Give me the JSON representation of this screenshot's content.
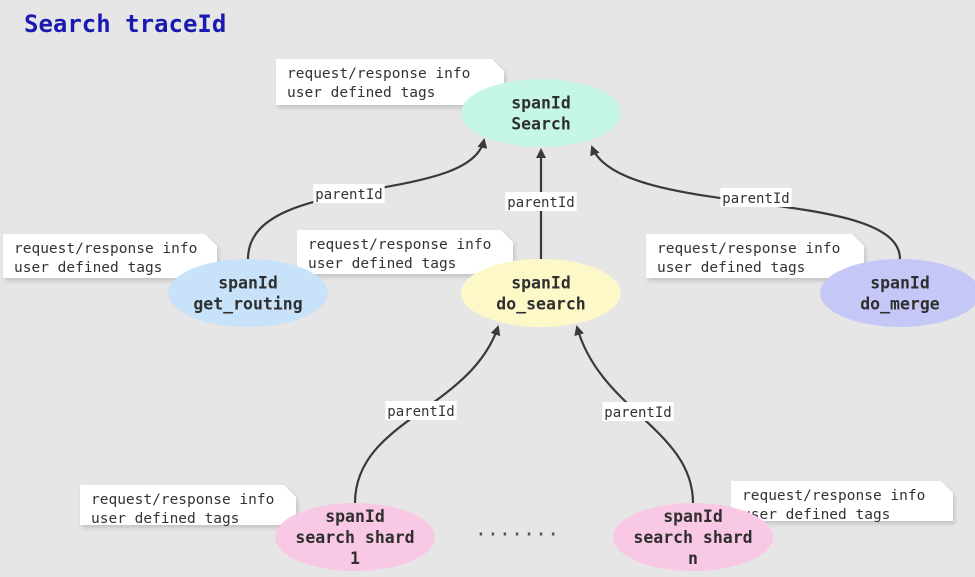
{
  "title": "Search traceId",
  "colors": {
    "title": "#1a1ab0",
    "root": "#c6f7e6",
    "get_routing": "#c8e2fa",
    "do_search": "#fdf8c8",
    "do_merge": "#c5c8f7",
    "shard": "#f8c8e4"
  },
  "nodes": [
    {
      "id": "search",
      "lines": [
        "spanId",
        "Search"
      ],
      "color_key": "root"
    },
    {
      "id": "get_routing",
      "lines": [
        "spanId",
        "get_routing"
      ],
      "color_key": "get_routing"
    },
    {
      "id": "do_search",
      "lines": [
        "spanId",
        "do_search"
      ],
      "color_key": "do_search"
    },
    {
      "id": "do_merge",
      "lines": [
        "spanId",
        "do_merge"
      ],
      "color_key": "do_merge"
    },
    {
      "id": "shard1",
      "lines": [
        "spanId",
        "search shard",
        "1"
      ],
      "color_key": "shard"
    },
    {
      "id": "shardn",
      "lines": [
        "spanId",
        "search shard",
        "n"
      ],
      "color_key": "shard"
    }
  ],
  "edges": [
    {
      "from": "get_routing",
      "to": "search",
      "label": "parentId"
    },
    {
      "from": "do_search",
      "to": "search",
      "label": "parentId"
    },
    {
      "from": "do_merge",
      "to": "search",
      "label": "parentId"
    },
    {
      "from": "shard1",
      "to": "do_search",
      "label": "parentId"
    },
    {
      "from": "shardn",
      "to": "do_search",
      "label": "parentId"
    }
  ],
  "note_lines": [
    "request/response info",
    "user defined tags"
  ],
  "ellipsis": "·······"
}
